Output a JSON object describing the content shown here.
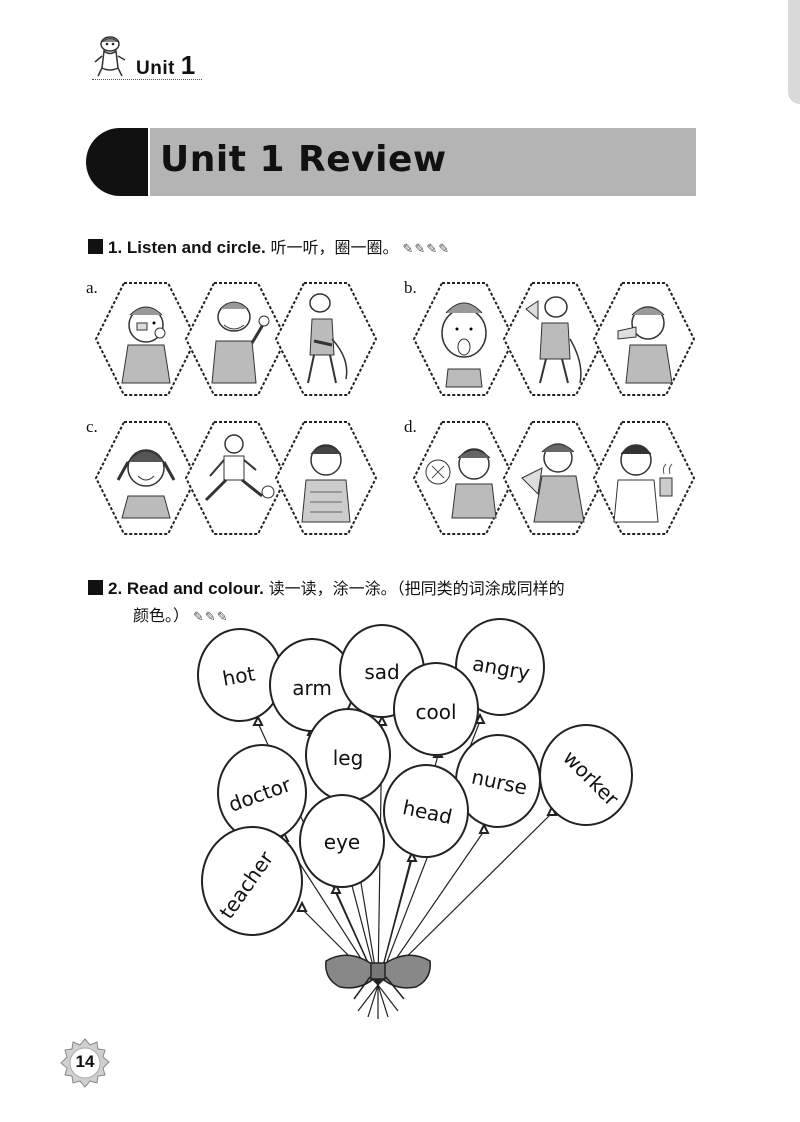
{
  "header": {
    "unit_word": "Unit",
    "unit_number": "1"
  },
  "title": "Unit 1  Review",
  "exercise1": {
    "number_en": "1. Listen and circle.",
    "cn": "听一听，圈一圈。",
    "groups": [
      {
        "label": "a.",
        "pictures": [
          "toothache-boy",
          "waving-dinosaur",
          "stomachache-dinosaur"
        ]
      },
      {
        "label": "b.",
        "pictures": [
          "sick-hippo",
          "hot-dinosaur",
          "sneezing-boy"
        ]
      },
      {
        "label": "c.",
        "pictures": [
          "happy-girl",
          "football-boy",
          "cold-boy"
        ]
      },
      {
        "label": "d.",
        "pictures": [
          "hot-girl-fan",
          "fan-girl",
          "drinking-boy"
        ]
      }
    ]
  },
  "exercise2": {
    "number_en": "2. Read and colour.",
    "cn_line1": "读一读，涂一涂。（把同类的词涂成同样的",
    "cn_line2": "颜色。）",
    "balloons": [
      "hot",
      "arm",
      "sad",
      "angry",
      "cool",
      "leg",
      "doctor",
      "worker",
      "nurse",
      "head",
      "eye",
      "teacher"
    ]
  },
  "page_number": "14"
}
